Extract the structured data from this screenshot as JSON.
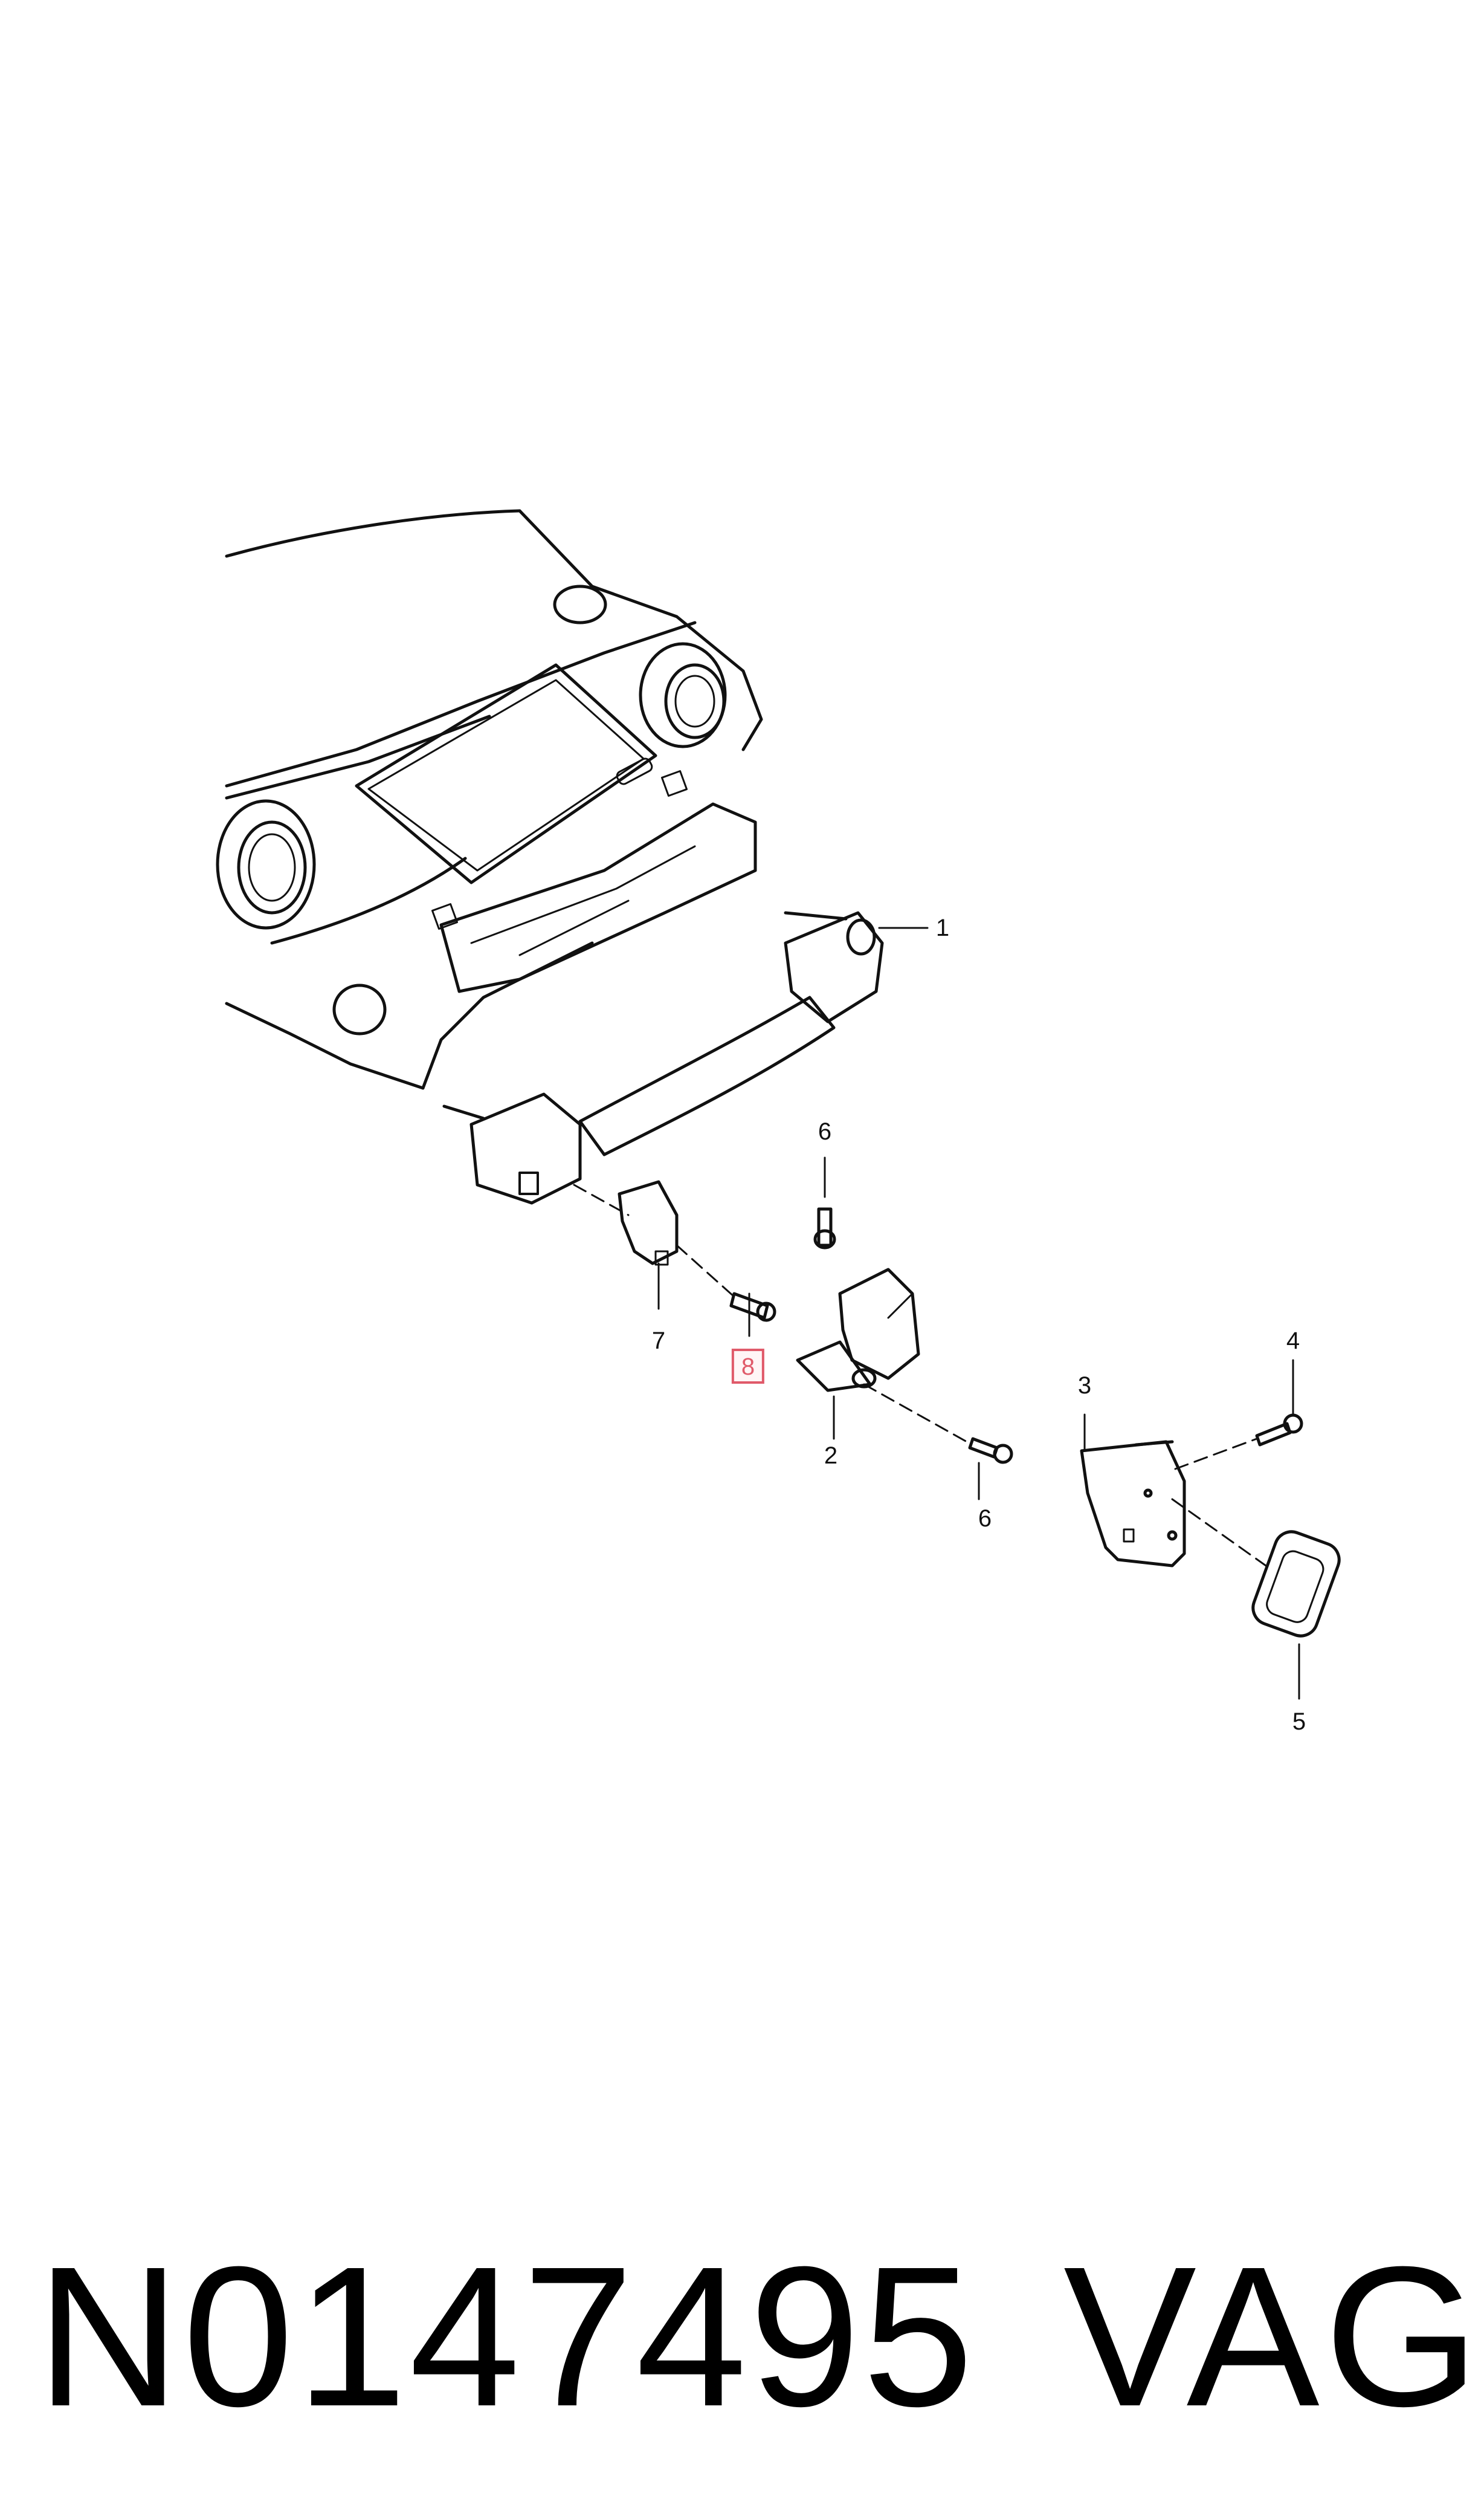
{
  "diagram": {
    "callouts": [
      {
        "id": "c1",
        "label": "1",
        "highlighted": false
      },
      {
        "id": "c2",
        "label": "2",
        "highlighted": false
      },
      {
        "id": "c3",
        "label": "3",
        "highlighted": false
      },
      {
        "id": "c4",
        "label": "4",
        "highlighted": false
      },
      {
        "id": "c5",
        "label": "5",
        "highlighted": false
      },
      {
        "id": "c6a",
        "label": "6",
        "highlighted": false
      },
      {
        "id": "c6b",
        "label": "6",
        "highlighted": false
      },
      {
        "id": "c7",
        "label": "7",
        "highlighted": false
      },
      {
        "id": "c8",
        "label": "8",
        "highlighted": true
      }
    ],
    "highlight_color": "#e05a6a",
    "line_color": "#111111"
  },
  "footer": {
    "part_number": "N0147495",
    "brand": "VAG"
  }
}
